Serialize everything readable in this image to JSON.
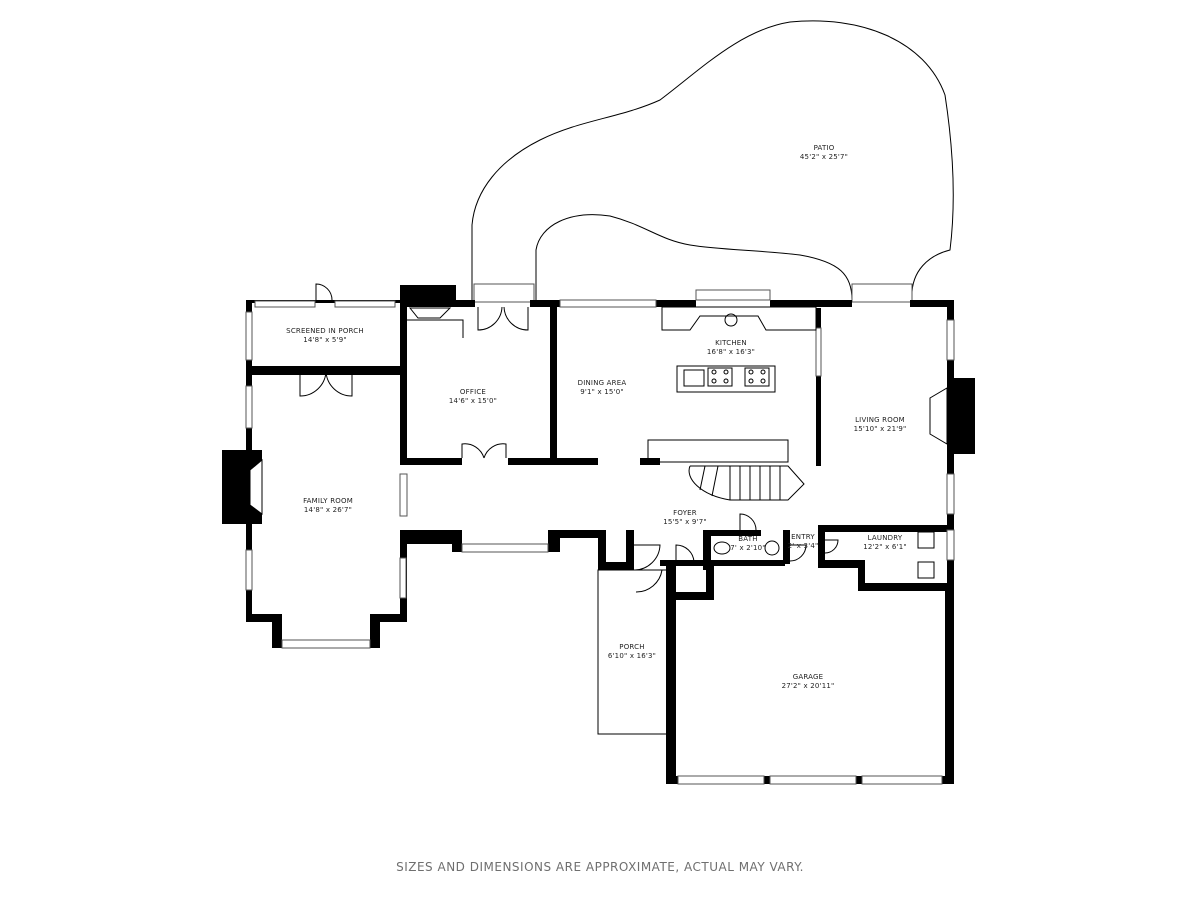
{
  "rooms": {
    "patio": {
      "name": "PATIO",
      "dims": "45'2\" x 25'7\""
    },
    "screened_porch": {
      "name": "SCREENED IN PORCH",
      "dims": "14'8\" x 5'9\""
    },
    "office": {
      "name": "OFFICE",
      "dims": "14'6\" x 15'0\""
    },
    "dining": {
      "name": "DINING AREA",
      "dims": "9'1\" x 15'0\""
    },
    "kitchen": {
      "name": "KITCHEN",
      "dims": "16'8\" x 16'3\""
    },
    "living": {
      "name": "LIVING ROOM",
      "dims": "15'10\" x 21'9\""
    },
    "family": {
      "name": "FAMILY ROOM",
      "dims": "14'8\" x 26'7\""
    },
    "foyer": {
      "name": "FOYER",
      "dims": "15'5\" x 9'7\""
    },
    "bath": {
      "name": "BATH",
      "dims": "7' x 2'10\""
    },
    "entry": {
      "name": "ENTRY",
      "dims": "2' x 3'4\""
    },
    "laundry": {
      "name": "LAUNDRY",
      "dims": "12'2\" x 6'1\""
    },
    "porch": {
      "name": "PORCH",
      "dims": "6'10\" x 16'3\""
    },
    "garage": {
      "name": "GARAGE",
      "dims": "27'2\" x 20'11\""
    }
  },
  "disclaimer": "SIZES AND DIMENSIONS ARE APPROXIMATE, ACTUAL MAY VARY."
}
